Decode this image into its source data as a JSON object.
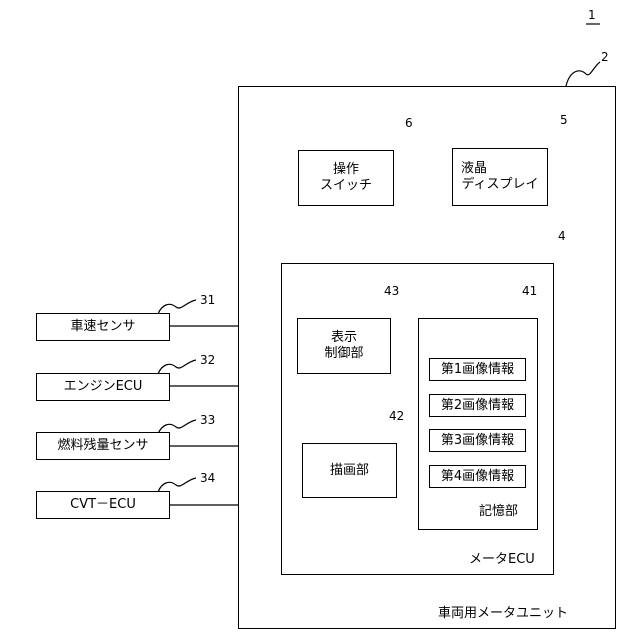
{
  "figure_ref": "1",
  "meter_unit": {
    "ref": "2",
    "label": "車両用メータユニット"
  },
  "switch": {
    "ref": "6",
    "line1": "操作",
    "line2": "スイッチ"
  },
  "lcd": {
    "ref": "5",
    "line1": "液晶",
    "line2": "ディスプレイ"
  },
  "meter_ecu": {
    "ref": "4",
    "label": "メータECU"
  },
  "display_ctrl": {
    "ref": "43",
    "line1": "表示",
    "line2": "制御部"
  },
  "drawing": {
    "ref": "42",
    "label": "描画部"
  },
  "memory": {
    "ref": "41",
    "label": "記憶部",
    "items": [
      "第1画像情報",
      "第2画像情報",
      "第3画像情報",
      "第4画像情報"
    ]
  },
  "inputs": [
    {
      "ref": "31",
      "label": "車速センサ"
    },
    {
      "ref": "32",
      "label": "エンジンECU"
    },
    {
      "ref": "33",
      "label": "燃料残量センサ"
    },
    {
      "ref": "34",
      "label": "CVT－ECU"
    }
  ]
}
